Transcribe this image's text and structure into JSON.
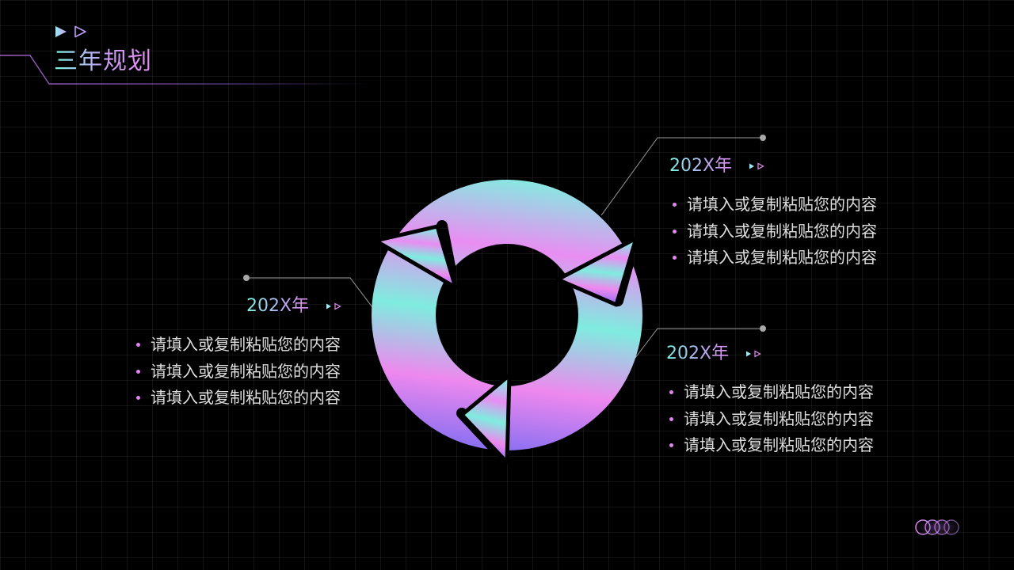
{
  "slide": {
    "title": "三年规划",
    "colors": {
      "background": "#000000",
      "cyan": "#7ef2e3",
      "pink": "#ee86f0",
      "violet": "#8a6cf0",
      "text": "#dedede",
      "bullet": "#e584f5"
    }
  },
  "blocks": [
    {
      "year": "202X年",
      "items": [
        "请填入或复制粘贴您的内容",
        "请填入或复制粘贴您的内容",
        "请填入或复制粘贴您的内容"
      ]
    },
    {
      "year": "202X年",
      "items": [
        "请填入或复制粘贴您的内容",
        "请填入或复制粘贴您的内容",
        "请填入或复制粘贴您的内容"
      ]
    },
    {
      "year": "202X年",
      "items": [
        "请填入或复制粘贴您的内容",
        "请填入或复制粘贴您的内容",
        "请填入或复制粘贴您的内容"
      ]
    }
  ],
  "icons": {
    "title": "play-arrows-icon",
    "cycle": "cycle-arrows-icon",
    "year": "double-triangle-icon",
    "footer": "rings-icon"
  }
}
